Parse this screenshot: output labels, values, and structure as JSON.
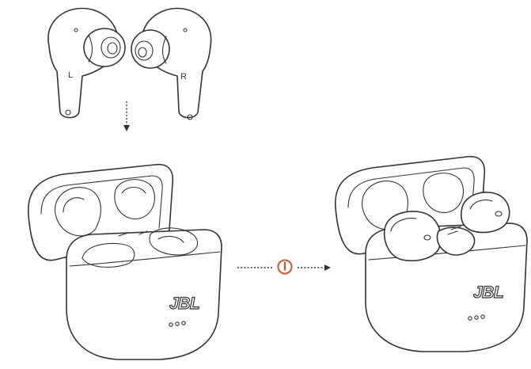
{
  "labels": {
    "left_earbud": "L",
    "right_earbud": "R"
  },
  "brand": {
    "left_case": "JBL",
    "right_case": "JBL"
  },
  "icons": {
    "power_symbol": "power-icon",
    "arrow": "dotted-arrow"
  },
  "colors": {
    "accent": "#d5562a",
    "line": "#333333",
    "fill": "#ffffff"
  }
}
